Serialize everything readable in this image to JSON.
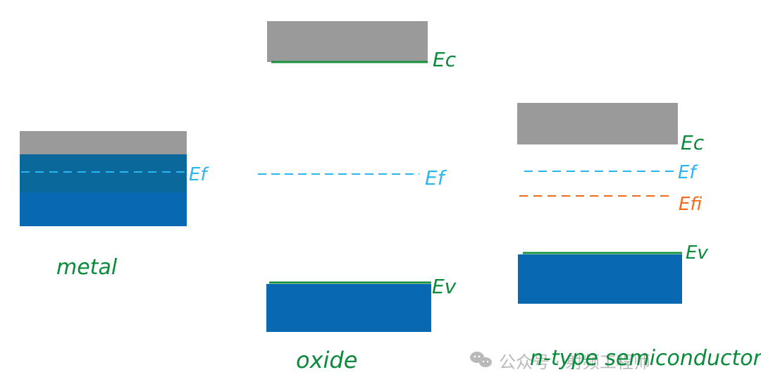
{
  "colors": {
    "conduction_band": "#9a9a9a",
    "valence_band": "#0868b1",
    "metal_overlap": "#0b689b",
    "band_edge_line": "#16923f",
    "label_green": "#0a8a3a",
    "fermi_level": "#2bb7ee",
    "intrinsic_fermi_level": "#f26a1b",
    "watermark": "#b9b9b9"
  },
  "metal": {
    "label": "metal",
    "ef_label": "Ef"
  },
  "oxide": {
    "label": "oxide",
    "ec_label": "Ec",
    "ef_label": "Ef",
    "ev_label": "Ev"
  },
  "semiconductor": {
    "label": "n-type semiconductor",
    "ec_label": "Ec",
    "ef_label": "Ef",
    "efi_label": "Efi",
    "ev_label": "Ev"
  },
  "watermark": {
    "text": "公众号 · 射频工程师",
    "icon": "wechat-icon"
  }
}
